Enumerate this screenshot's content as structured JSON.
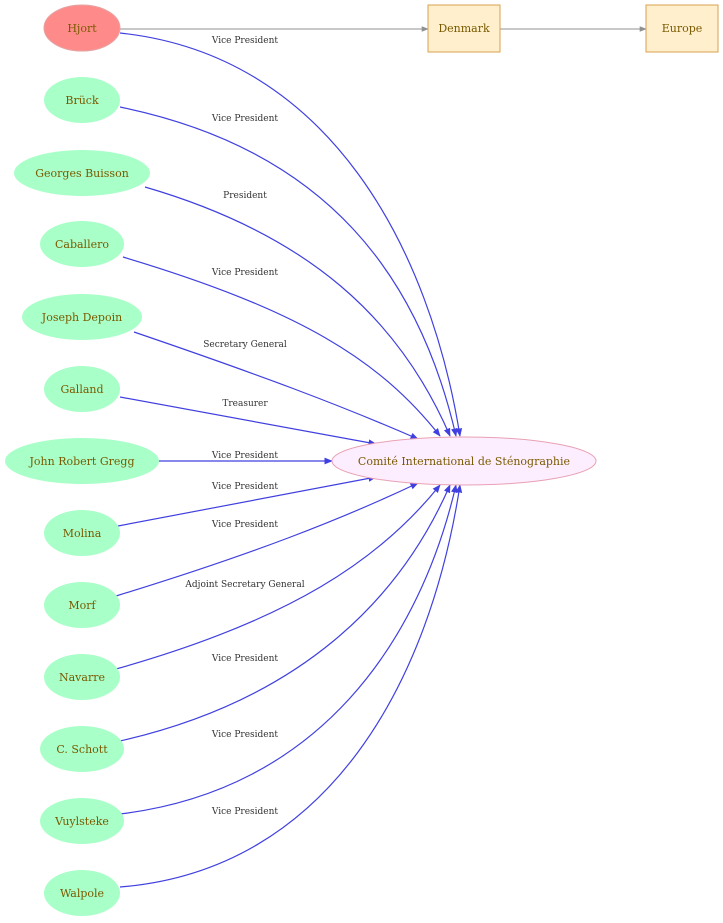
{
  "colors": {
    "person_fill": "#a8ffc8",
    "highlight_fill": "#ff8a8a",
    "highlight_stroke": "#e6a3a3",
    "org_fill": "#fdeeff",
    "org_stroke": "#e8a0b4",
    "box_fill": "#ffefcc",
    "box_stroke": "#d8a050",
    "edge_blue": "#4040e0",
    "edge_gray": "#909090",
    "text": "#7a5a00"
  },
  "diagram": {
    "nodes": {
      "hjort": "Hjort",
      "bruck": "Brück",
      "buisson": "Georges Buisson",
      "caballero": "Caballero",
      "depoin": "Joseph Depoin",
      "galland": "Galland",
      "gregg": "John Robert Gregg",
      "molina": "Molina",
      "morf": "Morf",
      "navarre": "Navarre",
      "schott": "C. Schott",
      "vuylsteke": "Vuylsteke",
      "walpole": "Walpole",
      "org": "Comité International de Sténographie",
      "denmark": "Denmark",
      "europe": "Europe"
    },
    "edges": {
      "hjort": "Vice President",
      "bruck": "Vice President",
      "buisson": "President",
      "caballero": "Vice President",
      "depoin": "Secretary General",
      "galland": "Treasurer",
      "gregg": "Vice President",
      "molina": "Vice President",
      "morf": "Vice President",
      "navarre": "Adjoint Secretary General",
      "schott": "Vice President",
      "vuylsteke": "Vice President",
      "walpole": "Vice President"
    }
  }
}
